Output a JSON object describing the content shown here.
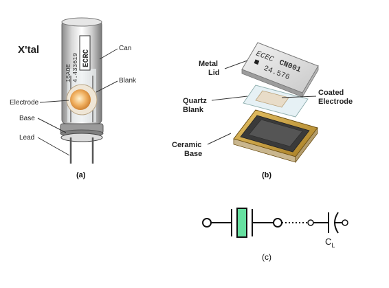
{
  "panel_a": {
    "title": "X'tal",
    "labels": {
      "can": "Can",
      "blank": "Blank",
      "electrode": "Electrode",
      "base": "Base",
      "lead": "Lead"
    },
    "can_marking": [
      "ECRC",
      "4.433619",
      "16AOE"
    ],
    "caption": "(a)"
  },
  "panel_b": {
    "labels": {
      "metal_lid": [
        "Metal",
        "Lid"
      ],
      "quartz_blank": [
        "Quartz",
        "Blank"
      ],
      "coated_electrode": [
        "Coated",
        "Electrode"
      ],
      "ceramic_base": [
        "Ceramic",
        "Base"
      ]
    },
    "lid_marking": {
      "brand": "ECEC",
      "model": "CN001",
      "frequency": "24.576"
    },
    "caption": "(b)"
  },
  "panel_c": {
    "capacitor_label": "C",
    "capacitor_subscript": "L",
    "caption": "(c)",
    "crystal_fill": "#66e0a0"
  }
}
